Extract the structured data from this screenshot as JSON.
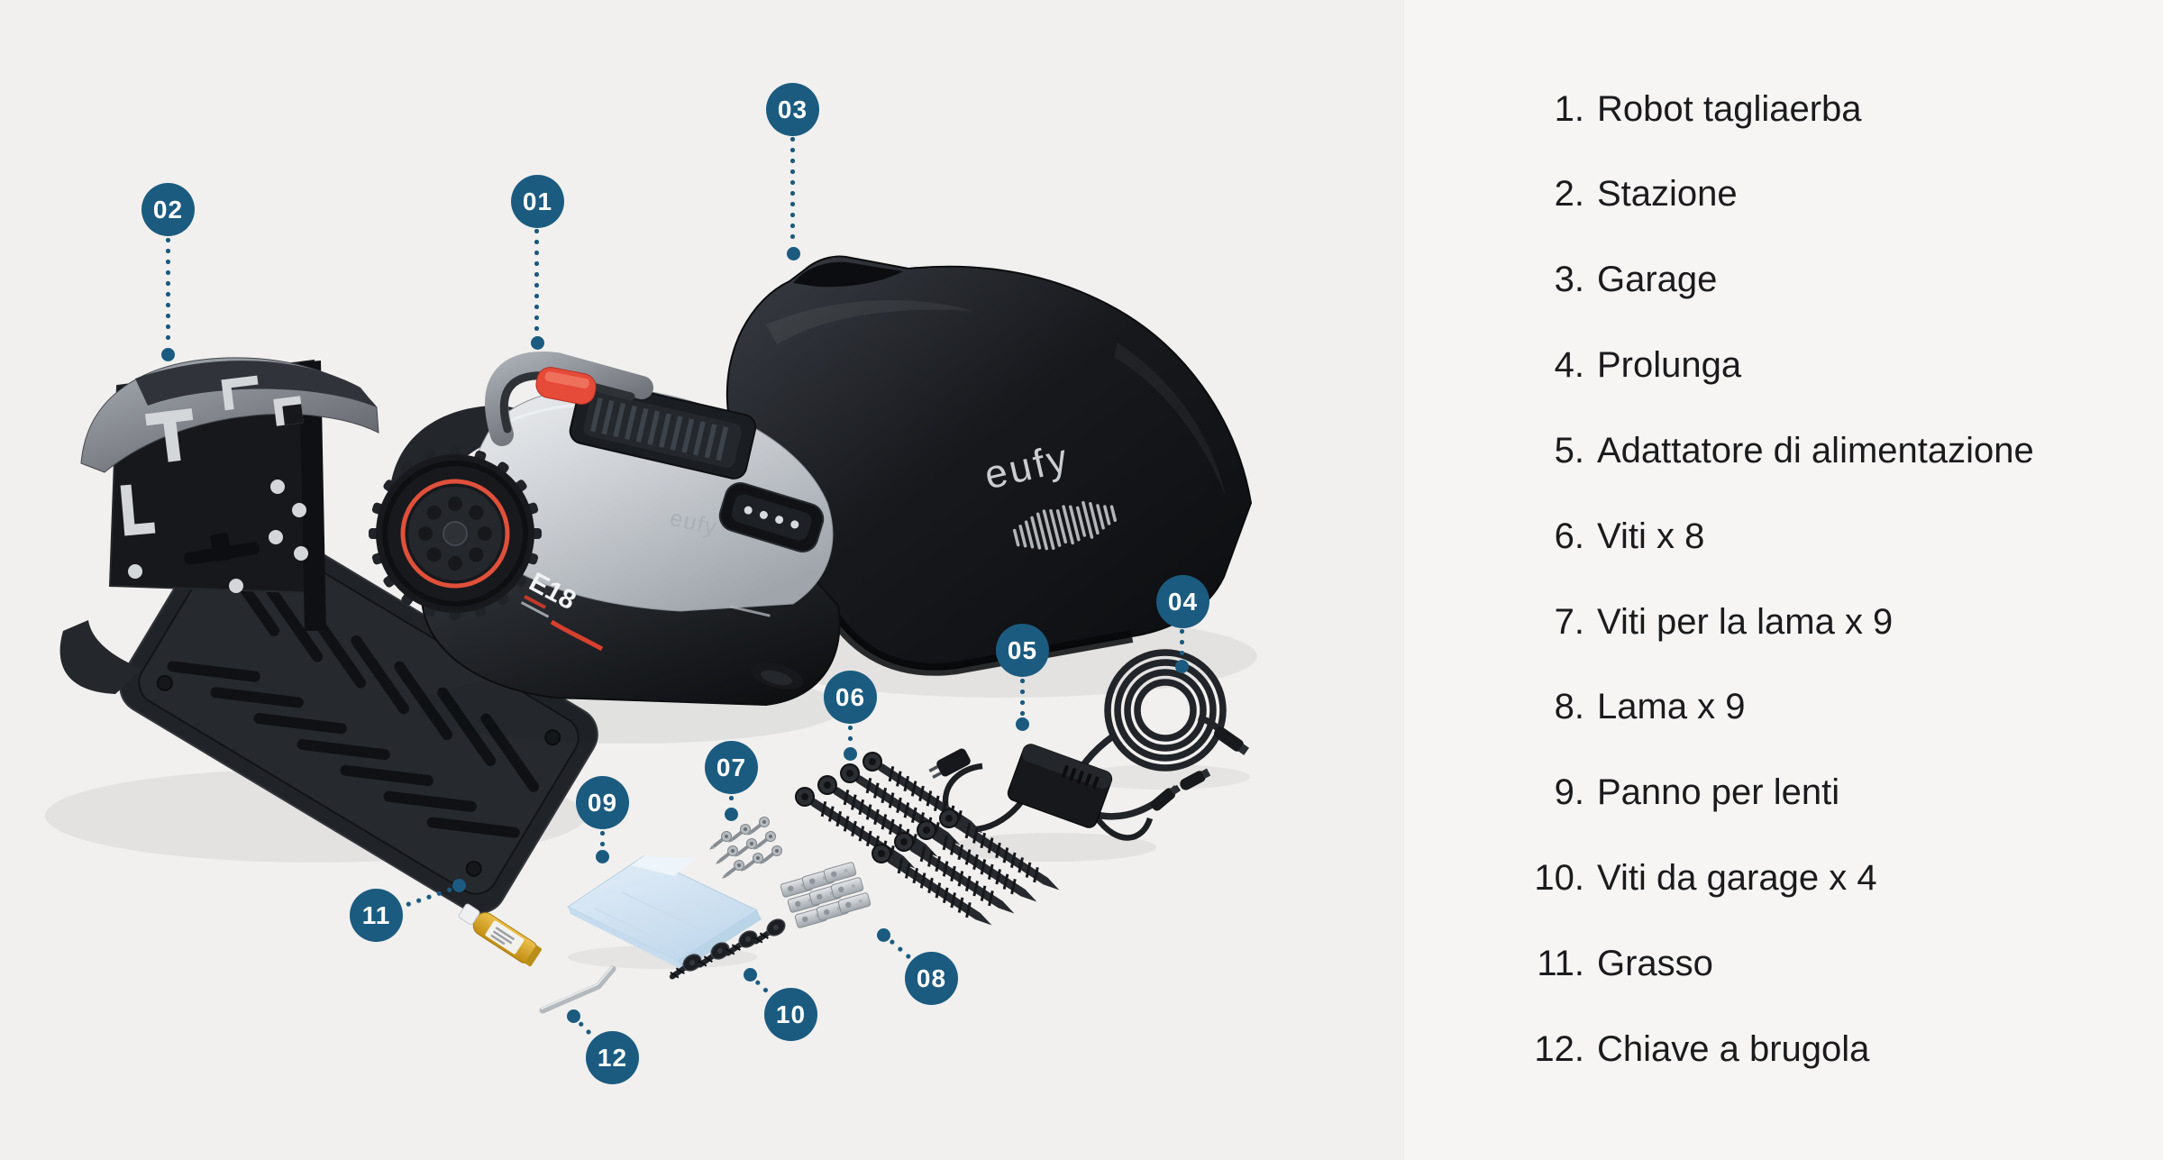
{
  "colors": {
    "background_left": "#f1f0ee",
    "background_right": "#f6f5f4",
    "accent_blue": "#1b5b80",
    "list_text": "#1b1b1d",
    "robot_accent_red": "#e64a38"
  },
  "brand": {
    "logo_text": "eufy",
    "robot_model": "E18"
  },
  "callouts": [
    {
      "number": "01",
      "target": "robot-mower"
    },
    {
      "number": "02",
      "target": "station"
    },
    {
      "number": "03",
      "target": "garage"
    },
    {
      "number": "04",
      "target": "extension-cable"
    },
    {
      "number": "05",
      "target": "power-adapter"
    },
    {
      "number": "06",
      "target": "screws"
    },
    {
      "number": "07",
      "target": "blade-screws"
    },
    {
      "number": "08",
      "target": "blades"
    },
    {
      "number": "09",
      "target": "lens-cloth"
    },
    {
      "number": "10",
      "target": "garage-screws"
    },
    {
      "number": "11",
      "target": "grease"
    },
    {
      "number": "12",
      "target": "allen-key"
    }
  ],
  "parts_list": {
    "items": [
      {
        "number": "1.",
        "label": "Robot tagliaerba"
      },
      {
        "number": "2.",
        "label": "Stazione"
      },
      {
        "number": "3.",
        "label": "Garage"
      },
      {
        "number": "4.",
        "label": "Prolunga"
      },
      {
        "number": "5.",
        "label": "Adattatore di alimentazione"
      },
      {
        "number": "6.",
        "label": "Viti x 8"
      },
      {
        "number": "7.",
        "label": "Viti per la lama x 9"
      },
      {
        "number": "8.",
        "label": "Lama x 9"
      },
      {
        "number": "9.",
        "label": "Panno per lenti"
      },
      {
        "number": "10.",
        "label": "Viti da garage x 4"
      },
      {
        "number": "11.",
        "label": "Grasso"
      },
      {
        "number": "12.",
        "label": "Chiave a brugola"
      }
    ]
  }
}
